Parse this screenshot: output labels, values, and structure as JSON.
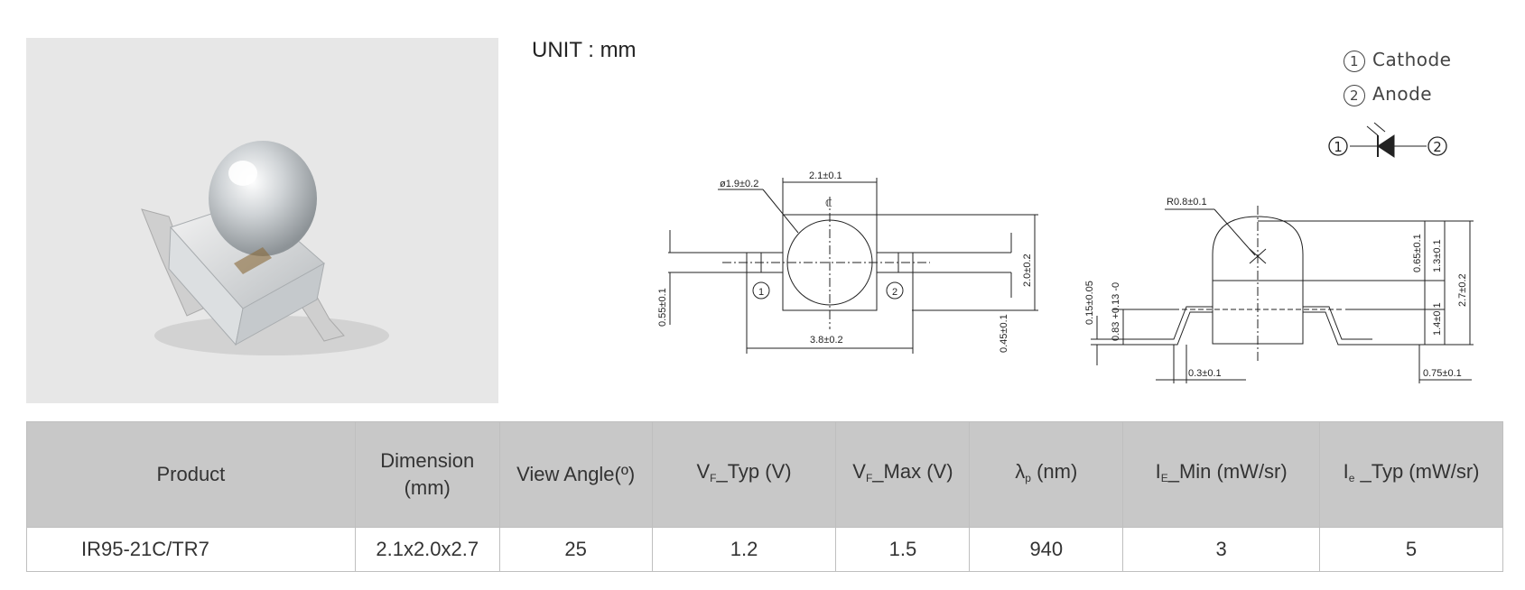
{
  "unit_label": "UNIT : mm",
  "pin_legend": [
    {
      "num": "1",
      "label": "Cathode"
    },
    {
      "num": "2",
      "label": "Anode"
    }
  ],
  "symbol": {
    "left_pin": "1",
    "right_pin": "2"
  },
  "pin_marks": {
    "left": "1",
    "right": "2",
    "centerline": "ℂ"
  },
  "top_view_dims": {
    "diameter": "ø1.9±0.2",
    "width": "2.1±0.1",
    "height": "2.0±0.2",
    "pad_gap": "0.55±0.1",
    "length": "3.8±0.2",
    "pad_width": "0.45±0.1"
  },
  "side_view_dims": {
    "radius": "R0.8±0.1",
    "dome": "0.65±0.1",
    "dome_total": "1.3±0.1",
    "total_height": "2.7±0.2",
    "body": "1.4±0.1",
    "lead_thick": "0.15±0.05",
    "standoff": "0.83 +0.13 -0",
    "lead_width": "0.3±0.1",
    "lead_end": "0.75±0.1"
  },
  "table": {
    "headers": {
      "product": "Product",
      "dimension_1": "Dimension",
      "dimension_2": "(mm)",
      "view_angle": "View Angle(º)",
      "vf_typ_main": "V",
      "vf_typ_sub": "F",
      "vf_typ_rest": "_Typ (V)",
      "vf_max_main": "V",
      "vf_max_sub": "F",
      "vf_max_rest": "_Max (V)",
      "lambda_main": "λ",
      "lambda_sub": "p",
      "lambda_rest": " (nm)",
      "ie_min_main": "I",
      "ie_min_sub": "E",
      "ie_min_rest": "_Min (mW/sr)",
      "ie_typ_main": "I",
      "ie_typ_sub": "e",
      "ie_typ_rest": " _Typ (mW/sr)"
    },
    "row": {
      "product": "IR95-21C/TR7",
      "dimension": "2.1x2.0x2.7",
      "view_angle": "25",
      "vf_typ": "1.2",
      "vf_max": "1.5",
      "lambda": "940",
      "ie_min": "3",
      "ie_typ": "5"
    }
  }
}
